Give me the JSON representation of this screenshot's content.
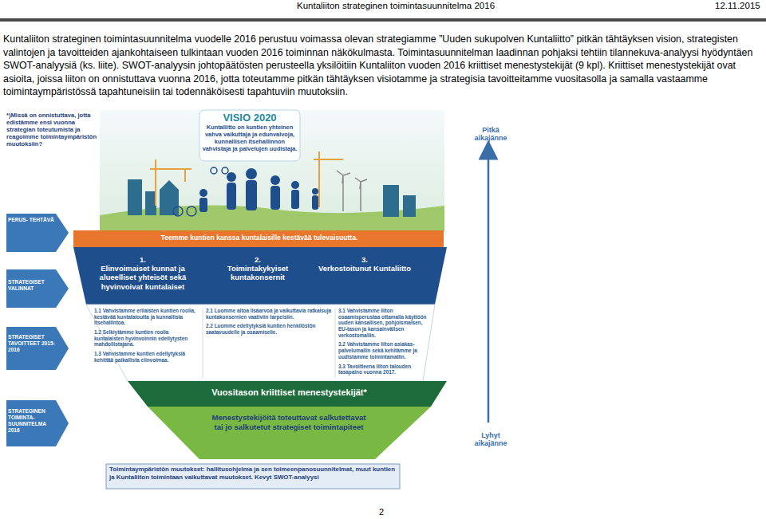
{
  "diagram": {
    "nodes": [
      {
        "text": [
          "*)Missä on onnistuttava, jotta edistämme ensi vuonna strategian toteutumista ja reagoimme toimintaympäristön muutoksiin?"
        ]
      },
      {
        "text": [
          "VISIO 2020",
          "Kuntaliitto on kuntien yhteinen vahva vaikuttaja ja edunvalvoja, kunnallisen itsehallinnon vahvistaja ja palvelujen uudistaja."
        ]
      },
      {
        "text": [
          "Teemme kuntien kanssa kuntalaisille kestävää tulevaisuutta."
        ]
      },
      {
        "text": [
          "PERUS- TEHTÄVÄ"
        ]
      },
      {
        "text": [
          "1.",
          "Elinvoimaiset kunnat ja alueelliset yhteisöt sekä hyvinvoivat kuntalaiset"
        ]
      },
      {
        "text": [
          "2.",
          "Toimintakykyiset kuntakonsernit"
        ]
      },
      {
        "text": [
          "3.",
          "Verkostoitunut Kuntaliitto"
        ]
      },
      {
        "text": [
          "STRATEGISET VALINNAT"
        ]
      },
      {
        "text": [
          "1.1 Vahvistamme erilaisten kuntien roolia, kestävää kuntataloutta ja kunnallista itsehallintoa.",
          "1.2 Selkiytämme kuntien roolia kuntalaisten hyvinvoinnin edellytysten mahdollistajana.",
          "1.3 Vahvistamme kuntien edellytyksiä kehittää paikallista elinvoimaa."
        ]
      },
      {
        "text": [
          "2.1 Luomme aitoa lisäarvoa ja vaikuttavia ratkaisuja kuntakonsernien vaativiin tarpeisiin.",
          "2.2 Luomme edellytyksiä kuntien henkilöstön saatavuudelle ja osaamiselle."
        ]
      },
      {
        "text": [
          "3.1 Vahvistamme liiton osaamisperustaa ottamalla käyttöön uuden kansallisen, pohjoismaisen, EU-tason ja kansainvälisen verkostomallin.",
          "3.2 Vahvistamme liiton asiakas- palvelumallin sekä kehitämme ja uudistamme toimintamallin.",
          "3.3 Tavoitteena liiton talouden tasapaino vuonna 2017."
        ]
      },
      {
        "text": [
          "STRATEGISET TAVOITTEET 2015-2016"
        ]
      },
      {
        "text": [
          "Vuositason kriittiset menestystekijät*"
        ]
      },
      {
        "text": [
          "Menestystekijöitä toteuttavat salkutettavat tai jo salkutetut strategiset toimintapiteet"
        ]
      },
      {
        "text": [
          "STRATEGINEN TOIMINTA- SUUNNITELMA 2016"
        ]
      },
      {
        "text": [
          "Toimintaympäristön muutokset: hallitusohjelma ja sen toimeenpanosuunnitelmat, muut kuntien ja Kuntaliiton toimintaan vaikuttavat muutokset. Kevyt SWOT-analyysi"
        ]
      }
    ],
    "labels": [
      "Kuntaliiton strateginen toimintasuunnitelma 2016",
      "12.11.2015",
      "Kuntaliiton strateginen toimintasuunnitelma vuodelle 2016 perustuu voimassa olevan strategiamme ”Uuden sukupolven Kuntaliitto” pitkän tähtäyksen vision, strategisten valintojen ja tavoitteiden ajankohtaiseen tulkintaan vuoden 2016 toiminnan näkökulmasta. Toimintasuunnitelman laadinnan pohjaksi tehtiin tilannekuva-analyysi hyödyntäen SWOT-analyysiä (ks. liite). SWOT-analyysin johtopäätösten perusteella yksilöitiin Kuntaliiton vuoden 2016 kriittiset menestystekijät (9 kpl). Kriittiset menestystekijät ovat asioita, joissa liiton on onnistuttava vuonna 2016, jotta toteutamme pitkän tähtäyksen visiotamme ja strategisia tavoitteitamme vuositasolla ja samalla vastaamme toimintaympäristössä tapahtuneisiin tai todennäköisesti tapahtuviin muutoksiin.",
      "Pitkä aikajänne",
      "Lyhyt aikajänne",
      "2"
    ]
  }
}
